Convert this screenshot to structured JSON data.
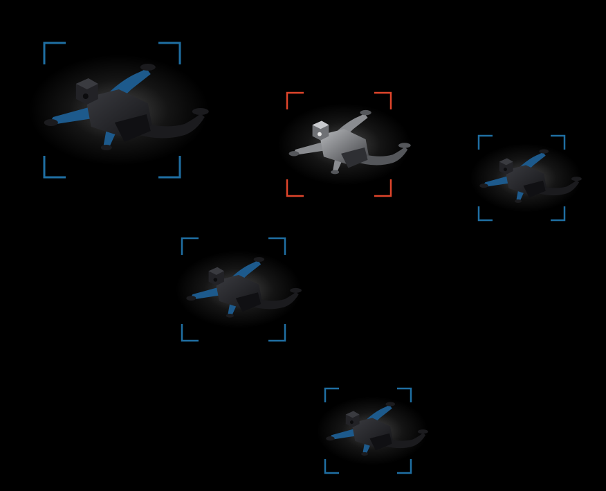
{
  "scene": {
    "background": "#000000",
    "bracket_colors": {
      "tracked": "#1f6fa3",
      "selected": "#e0452b"
    },
    "drone_colors": {
      "body_dark": "#1b1b1e",
      "body_mid": "#2a2b2f",
      "arm_blue": "#1d5a8c",
      "arm_gray": "#8a8c90",
      "glow": "#ffffff"
    }
  },
  "targets": [
    {
      "name": "drone-target-1",
      "state": "tracked",
      "icon": "drone-icon"
    },
    {
      "name": "drone-target-2",
      "state": "selected",
      "icon": "drone-icon"
    },
    {
      "name": "drone-target-3",
      "state": "tracked",
      "icon": "drone-icon"
    },
    {
      "name": "drone-target-4",
      "state": "tracked",
      "icon": "drone-icon"
    },
    {
      "name": "drone-target-5",
      "state": "tracked",
      "icon": "drone-icon"
    }
  ]
}
